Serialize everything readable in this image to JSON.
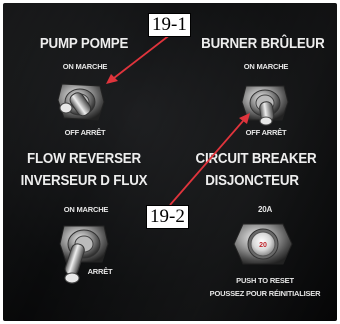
{
  "pump": {
    "title": "PUMP POMPE",
    "on_label": "ON MARCHE",
    "off_label": "OFF ARRÊT"
  },
  "burner": {
    "title": "BURNER BRÛLEUR",
    "on_label": "ON MARCHE",
    "off_label": "OFF ARRÊT"
  },
  "flow_reverser": {
    "title_line1": "FLOW REVERSER",
    "title_line2": "INVERSEUR D FLUX",
    "on_label": "ON MARCHE",
    "off_label": "ARRÊT"
  },
  "circuit_breaker": {
    "title_line1": "CIRCUIT BREAKER",
    "title_line2": "DISJONCTEUR",
    "rating": "20A",
    "button_text": "20",
    "reset_line1": "PUSH TO RESET",
    "reset_line2": "POUSSEZ POUR RÉINITIALISER"
  },
  "callouts": {
    "label_1": "19-1",
    "label_2": "19-2",
    "arrow_color": "#e0343c"
  }
}
